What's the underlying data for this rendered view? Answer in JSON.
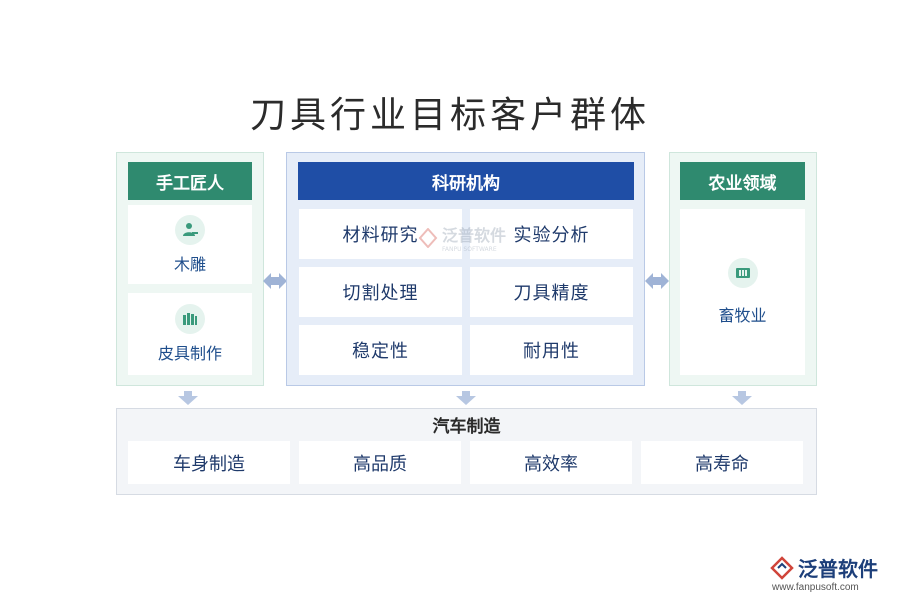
{
  "title": "刀具行业目标客户群体",
  "left_panel": {
    "header": "手工匠人",
    "items": [
      {
        "label": "木雕",
        "icon": "craftsman-icon"
      },
      {
        "label": "皮具制作",
        "icon": "leather-tools-icon"
      }
    ]
  },
  "middle_panel": {
    "header": "科研机构",
    "cells": [
      "材料研究",
      "实验分析",
      "切割处理",
      "刀具精度",
      "稳定性",
      "耐用性"
    ]
  },
  "right_panel": {
    "header": "农业领域",
    "items": [
      {
        "label": "畜牧业",
        "icon": "livestock-icon"
      }
    ]
  },
  "bottom_panel": {
    "header": "汽车制造",
    "cells": [
      "车身制造",
      "高品质",
      "高效率",
      "高寿命"
    ]
  },
  "watermark": {
    "text": "泛普软件",
    "subtext": "FANPU SOFTWARE"
  },
  "brand": {
    "name": "泛普软件",
    "url": "www.fanpusoft.com"
  },
  "colors": {
    "green": "#2f8a6f",
    "blue": "#1f4ea6",
    "text_blue": "#1f3a6b",
    "arrow": "#9fb3d6"
  }
}
